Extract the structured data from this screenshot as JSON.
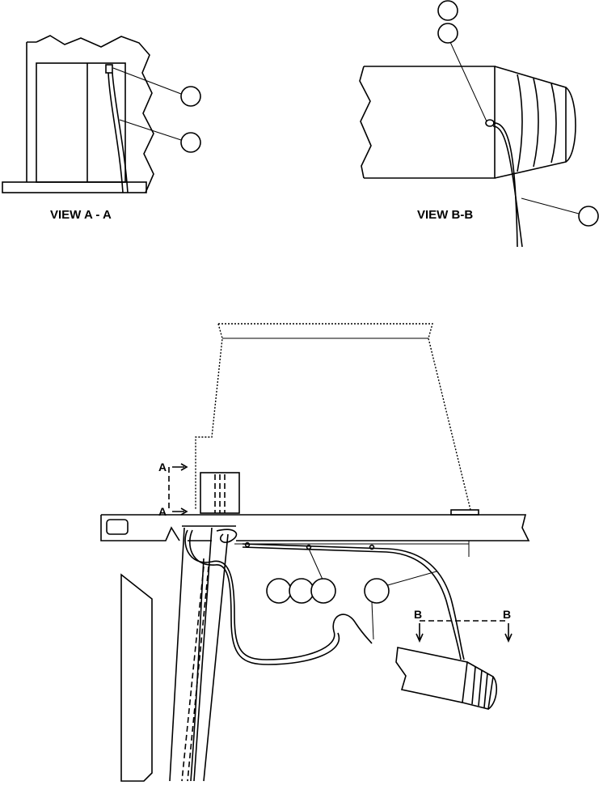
{
  "views": {
    "view_a": {
      "caption": "VIEW A - A"
    },
    "view_b": {
      "caption": "VIEW B-B"
    }
  },
  "section_markers": {
    "a_upper": "A",
    "a_lower": "A",
    "b_left": "B",
    "b_right": "B"
  },
  "callout_balloons": {
    "count_view_a": 2,
    "count_view_b": 3,
    "count_main": 4,
    "numbers": "none printed (empty balloons)"
  },
  "colors": {
    "line": "#000000",
    "background": "#ffffff"
  }
}
